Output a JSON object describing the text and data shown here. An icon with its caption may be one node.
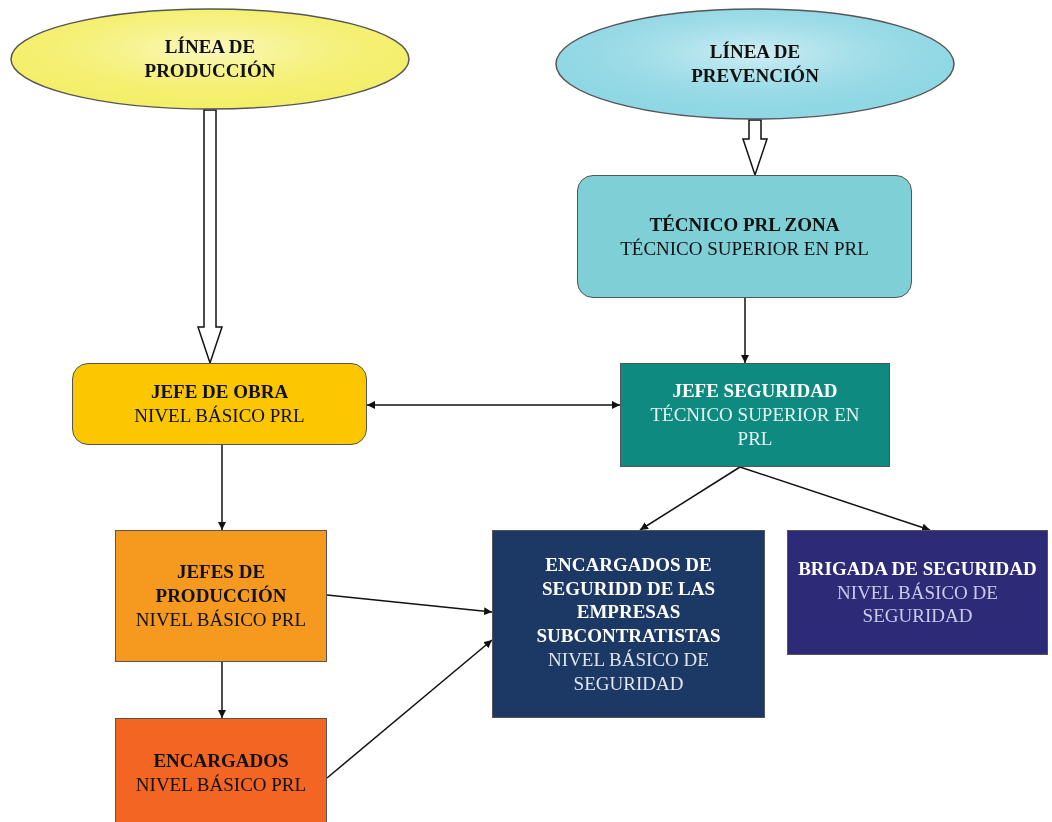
{
  "diagram": {
    "nodes": [
      {
        "text": [
          "LÍNEA DE PRODUCCIÓN"
        ]
      },
      {
        "text": [
          "LÍNEA DE PREVENCIÓN"
        ]
      },
      {
        "text": [
          "TÉCNICO PRL ZONA",
          "TÉCNICO SUPERIOR EN PRL"
        ]
      },
      {
        "text": [
          "JEFE DE OBRA",
          "NIVEL BÁSICO PRL"
        ]
      },
      {
        "text": [
          "JEFE SEGURIDAD",
          "TÉCNICO SUPERIOR EN PRL"
        ]
      },
      {
        "text": [
          "JEFES DE PRODUCCIÓN",
          "NIVEL BÁSICO PRL"
        ]
      },
      {
        "text": [
          "ENCARGADOS DE SEGURIDD DE LAS EMPRESAS SUBCONTRATISTAS",
          "NIVEL BÁSICO DE SEGURIDAD"
        ]
      },
      {
        "text": [
          "BRIGADA DE SEGURIDAD",
          "NIVEL BÁSICO DE SEGURIDAD"
        ]
      },
      {
        "text": [
          "ENCARGADOS",
          "NIVEL BÁSICO PRL"
        ]
      }
    ],
    "edges": [
      {
        "from": 0,
        "to": 3,
        "arrow": "to",
        "style": "thick"
      },
      {
        "from": 1,
        "to": 2,
        "arrow": "to",
        "style": "thick"
      },
      {
        "from": 2,
        "to": 4,
        "arrow": "to"
      },
      {
        "from": 3,
        "to": 4,
        "arrow": "both"
      },
      {
        "from": 3,
        "to": 5,
        "arrow": "to"
      },
      {
        "from": 4,
        "to": 6,
        "arrow": "to"
      },
      {
        "from": 4,
        "to": 7,
        "arrow": "to"
      },
      {
        "from": 5,
        "to": 6,
        "arrow": "to"
      },
      {
        "from": 8,
        "to": 6,
        "arrow": "to"
      },
      {
        "from": 5,
        "to": 8,
        "arrow": "to"
      }
    ]
  }
}
